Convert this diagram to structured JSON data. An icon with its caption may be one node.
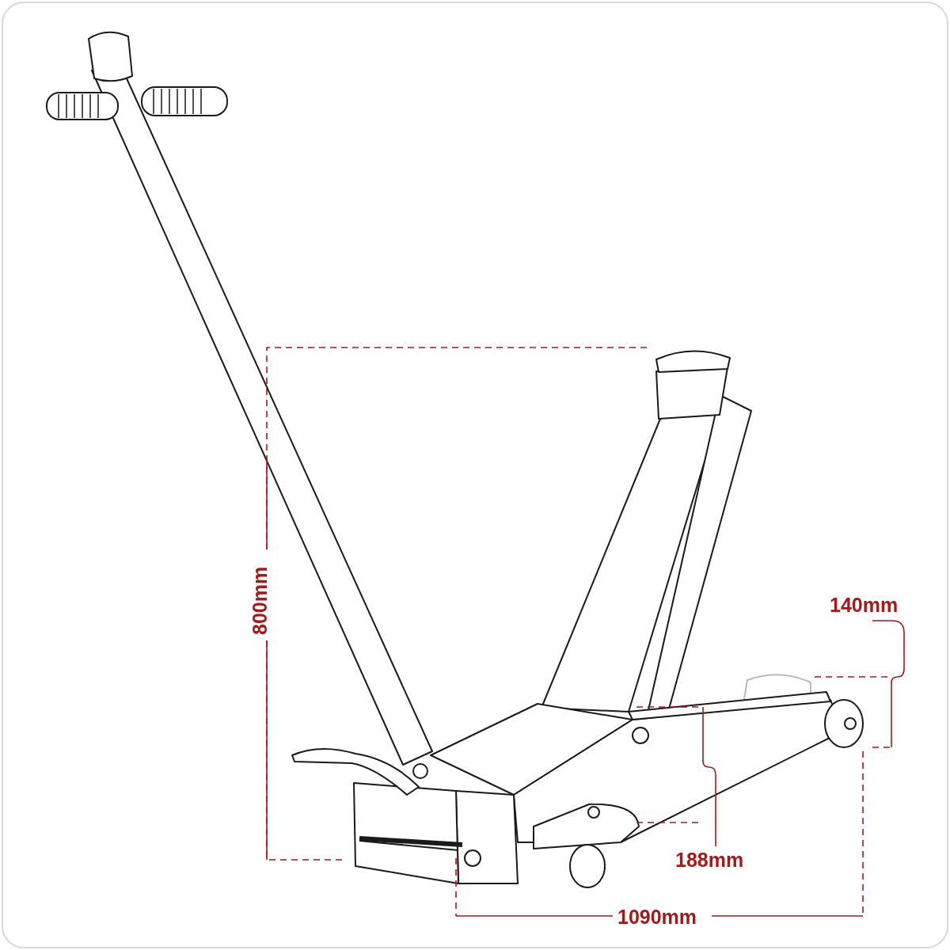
{
  "diagram": {
    "labels": [
      "800mm",
      "140mm",
      "188mm",
      "1090mm"
    ]
  }
}
